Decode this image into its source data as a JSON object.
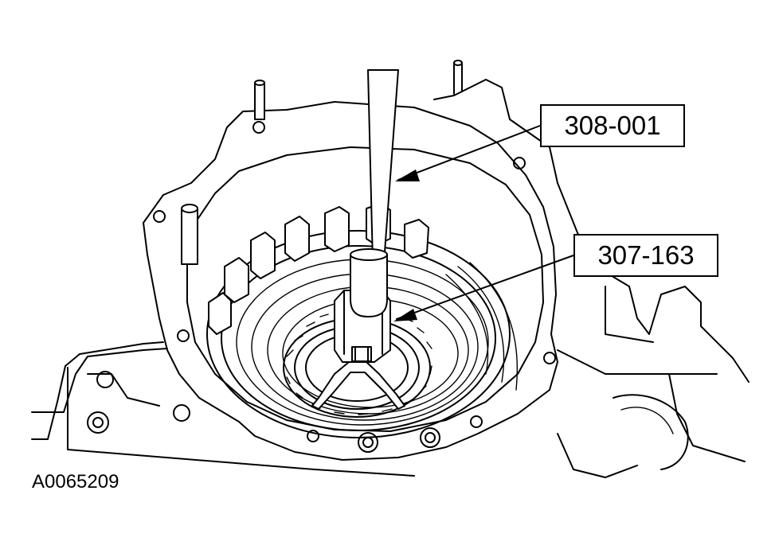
{
  "callouts": [
    {
      "id": "tool-handle",
      "label": "308-001"
    },
    {
      "id": "tool-adapter",
      "label": "307-163"
    }
  ],
  "figure_id": "A0065209",
  "colors": {
    "line": "#000000",
    "background": "#ffffff"
  }
}
